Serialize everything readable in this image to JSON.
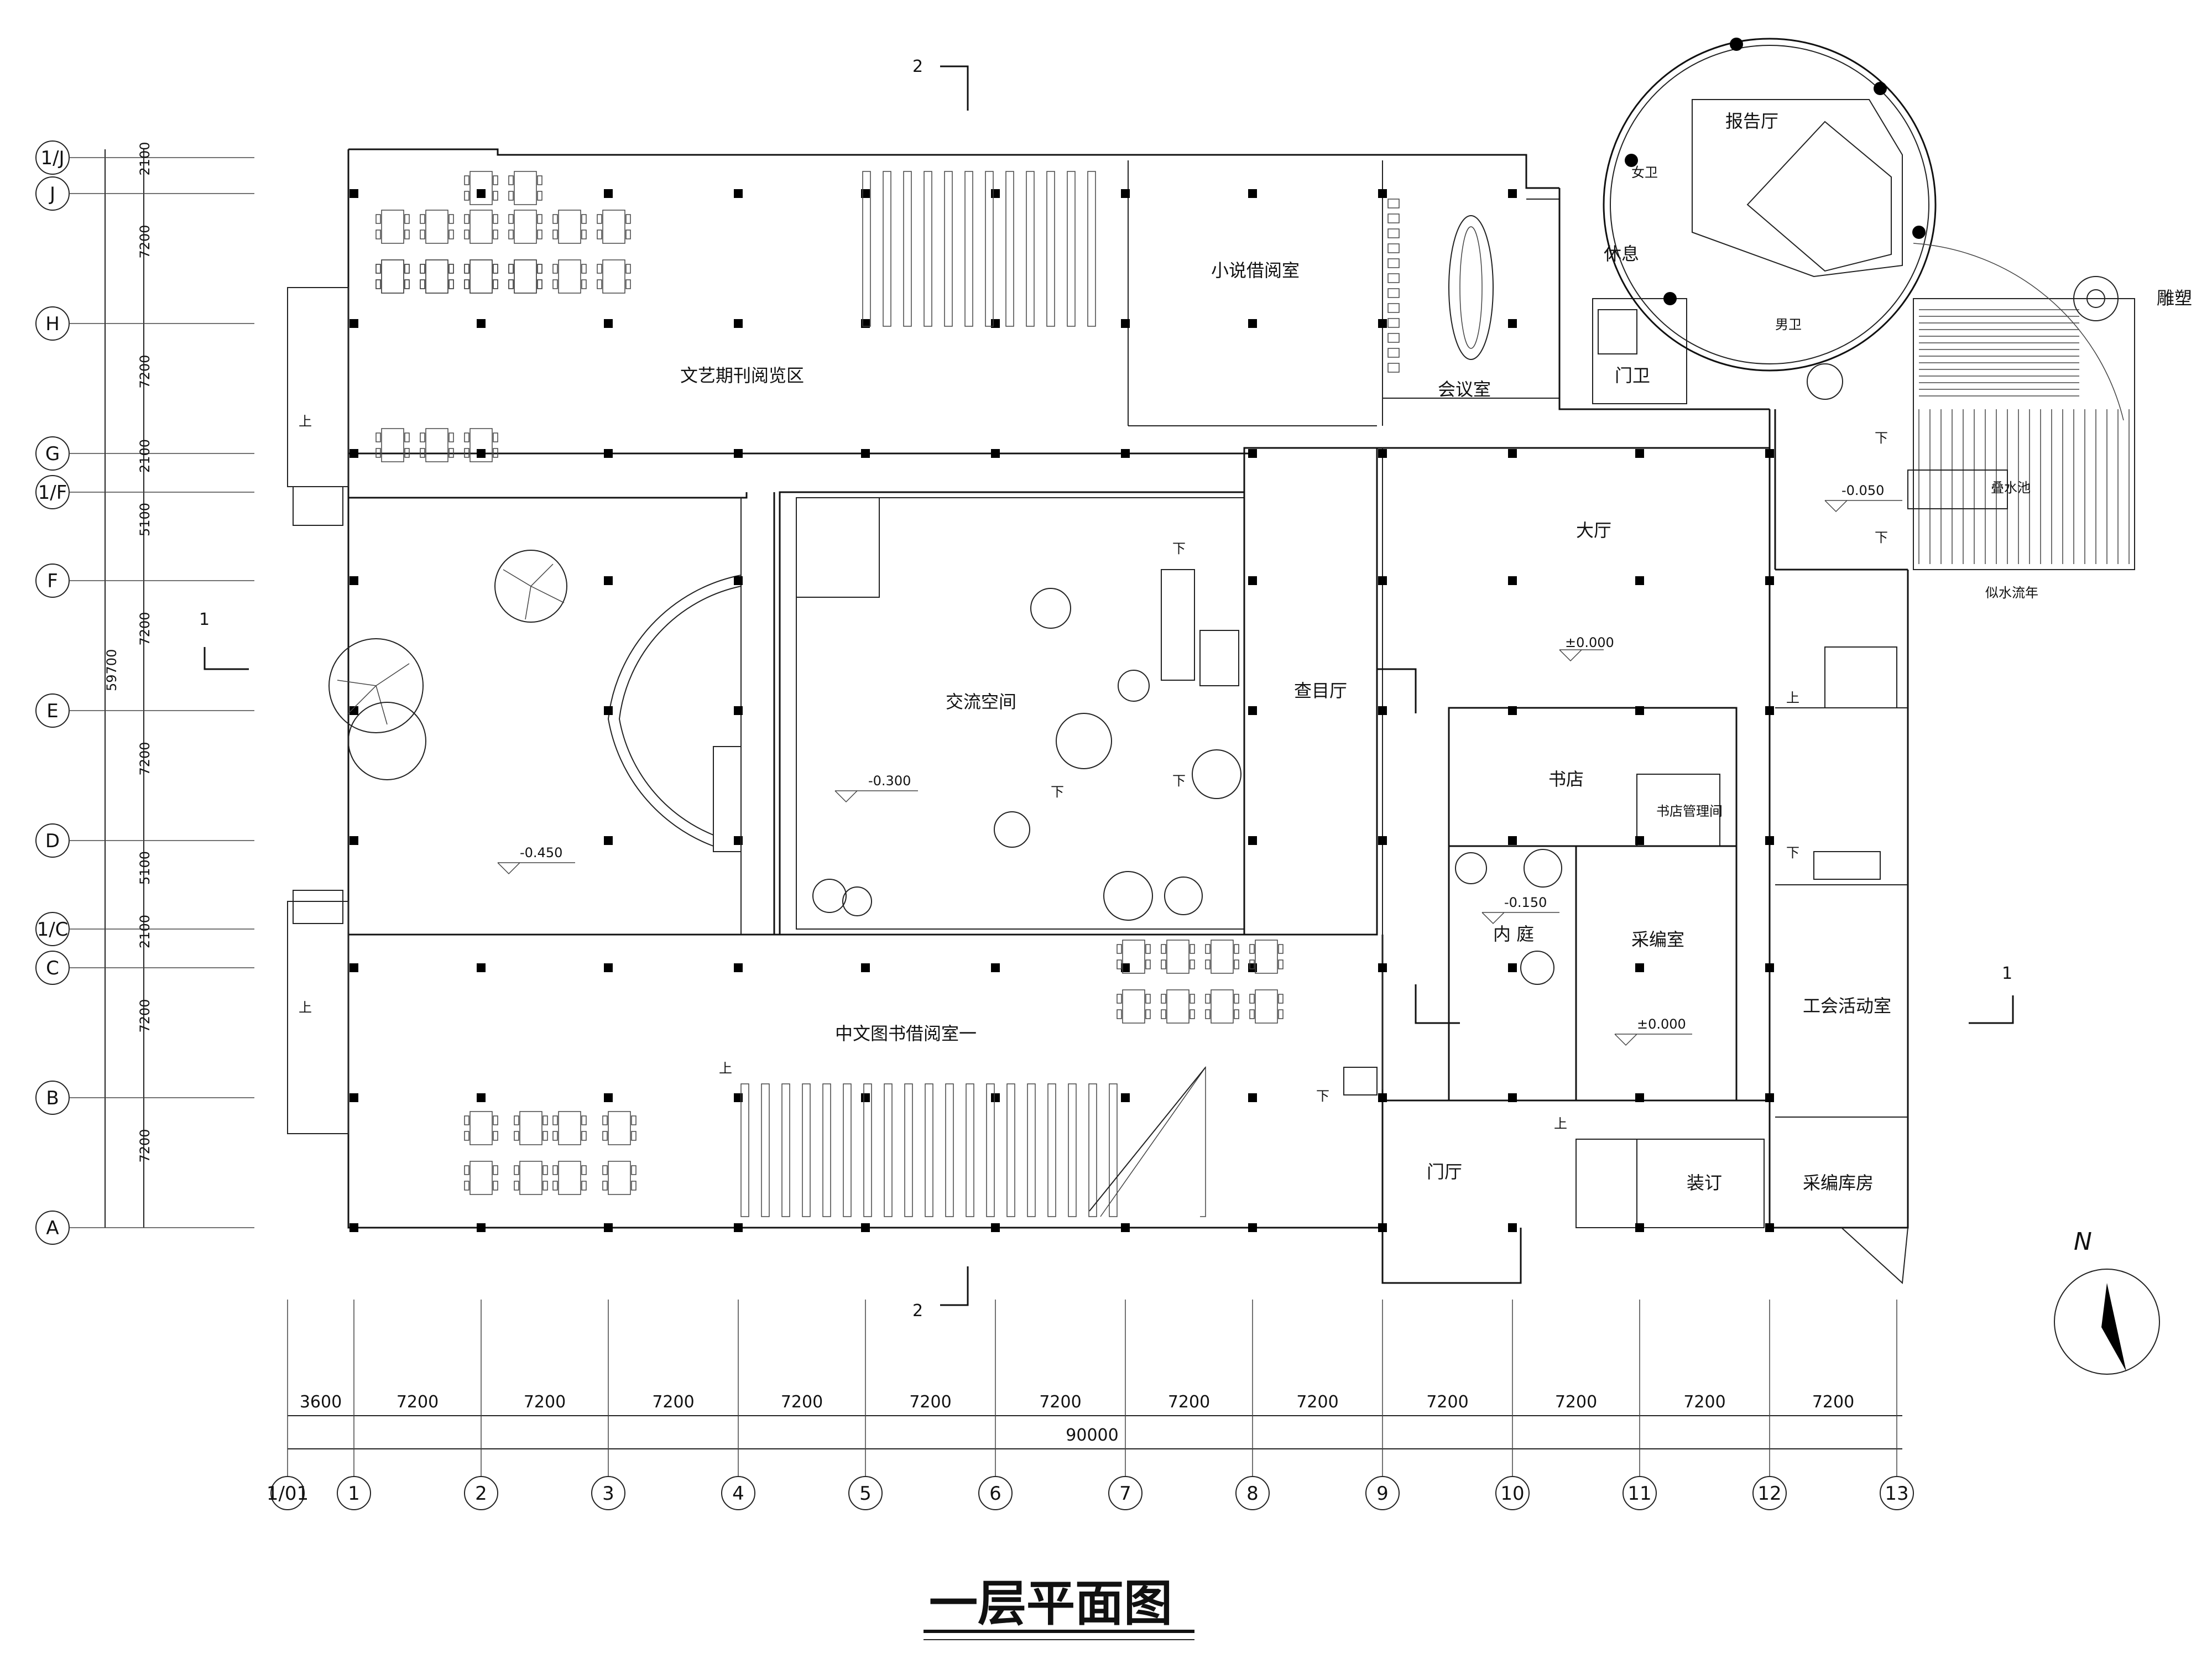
{
  "drawing": {
    "title": "一层平面图",
    "north_label": "N",
    "section_marks": {
      "s1": "1",
      "s2": "2"
    },
    "grid_rows": [
      "A",
      "B",
      "C",
      "1/C",
      "D",
      "E",
      "F",
      "1/F",
      "G",
      "H",
      "J",
      "1/J"
    ],
    "grid_cols": [
      "1/01",
      "1",
      "2",
      "3",
      "4",
      "5",
      "6",
      "7",
      "8",
      "9",
      "10",
      "11",
      "12",
      "13"
    ],
    "row_dims": [
      "7200",
      "7200",
      "2100",
      "5100",
      "7200",
      "7200",
      "5100",
      "2100",
      "7200",
      "7200",
      "2100"
    ],
    "total_row_dim": "59700",
    "col_dims": [
      "3600",
      "7200",
      "7200",
      "7200",
      "7200",
      "7200",
      "7200",
      "7200",
      "7200",
      "7200",
      "7200",
      "7200",
      "7200"
    ],
    "total_col_dim": "90000",
    "rooms": {
      "periodicals": "文艺期刊阅览区",
      "novels": "小说借阅室",
      "meeting": "会议室",
      "rest": "休息",
      "report_hall": "报告厅",
      "women_wc": "女卫",
      "men_wc": "男卫",
      "guard": "门卫",
      "lobby": "大厅",
      "exchange": "交流空间",
      "catalog": "查目厅",
      "bookstore": "书店",
      "bookstore_mgmt": "书店管理间",
      "courtyard": "内 庭",
      "editing": "采编室",
      "union": "工会活动室",
      "chinese_lending": "中文图书借阅室一",
      "entrance": "门厅",
      "binding": "装订",
      "storage": "采编库房",
      "sculpture": "雕塑",
      "water_pool": "叠水池",
      "water_feature": "似水流年"
    },
    "levels": {
      "lobby": "±0.000",
      "west": "-0.450",
      "exchange": "-0.300",
      "courtyard": "-0.150",
      "editing": "±0.000",
      "east_steps": "-0.050"
    },
    "stair_up": "上",
    "stair_down": "下"
  }
}
